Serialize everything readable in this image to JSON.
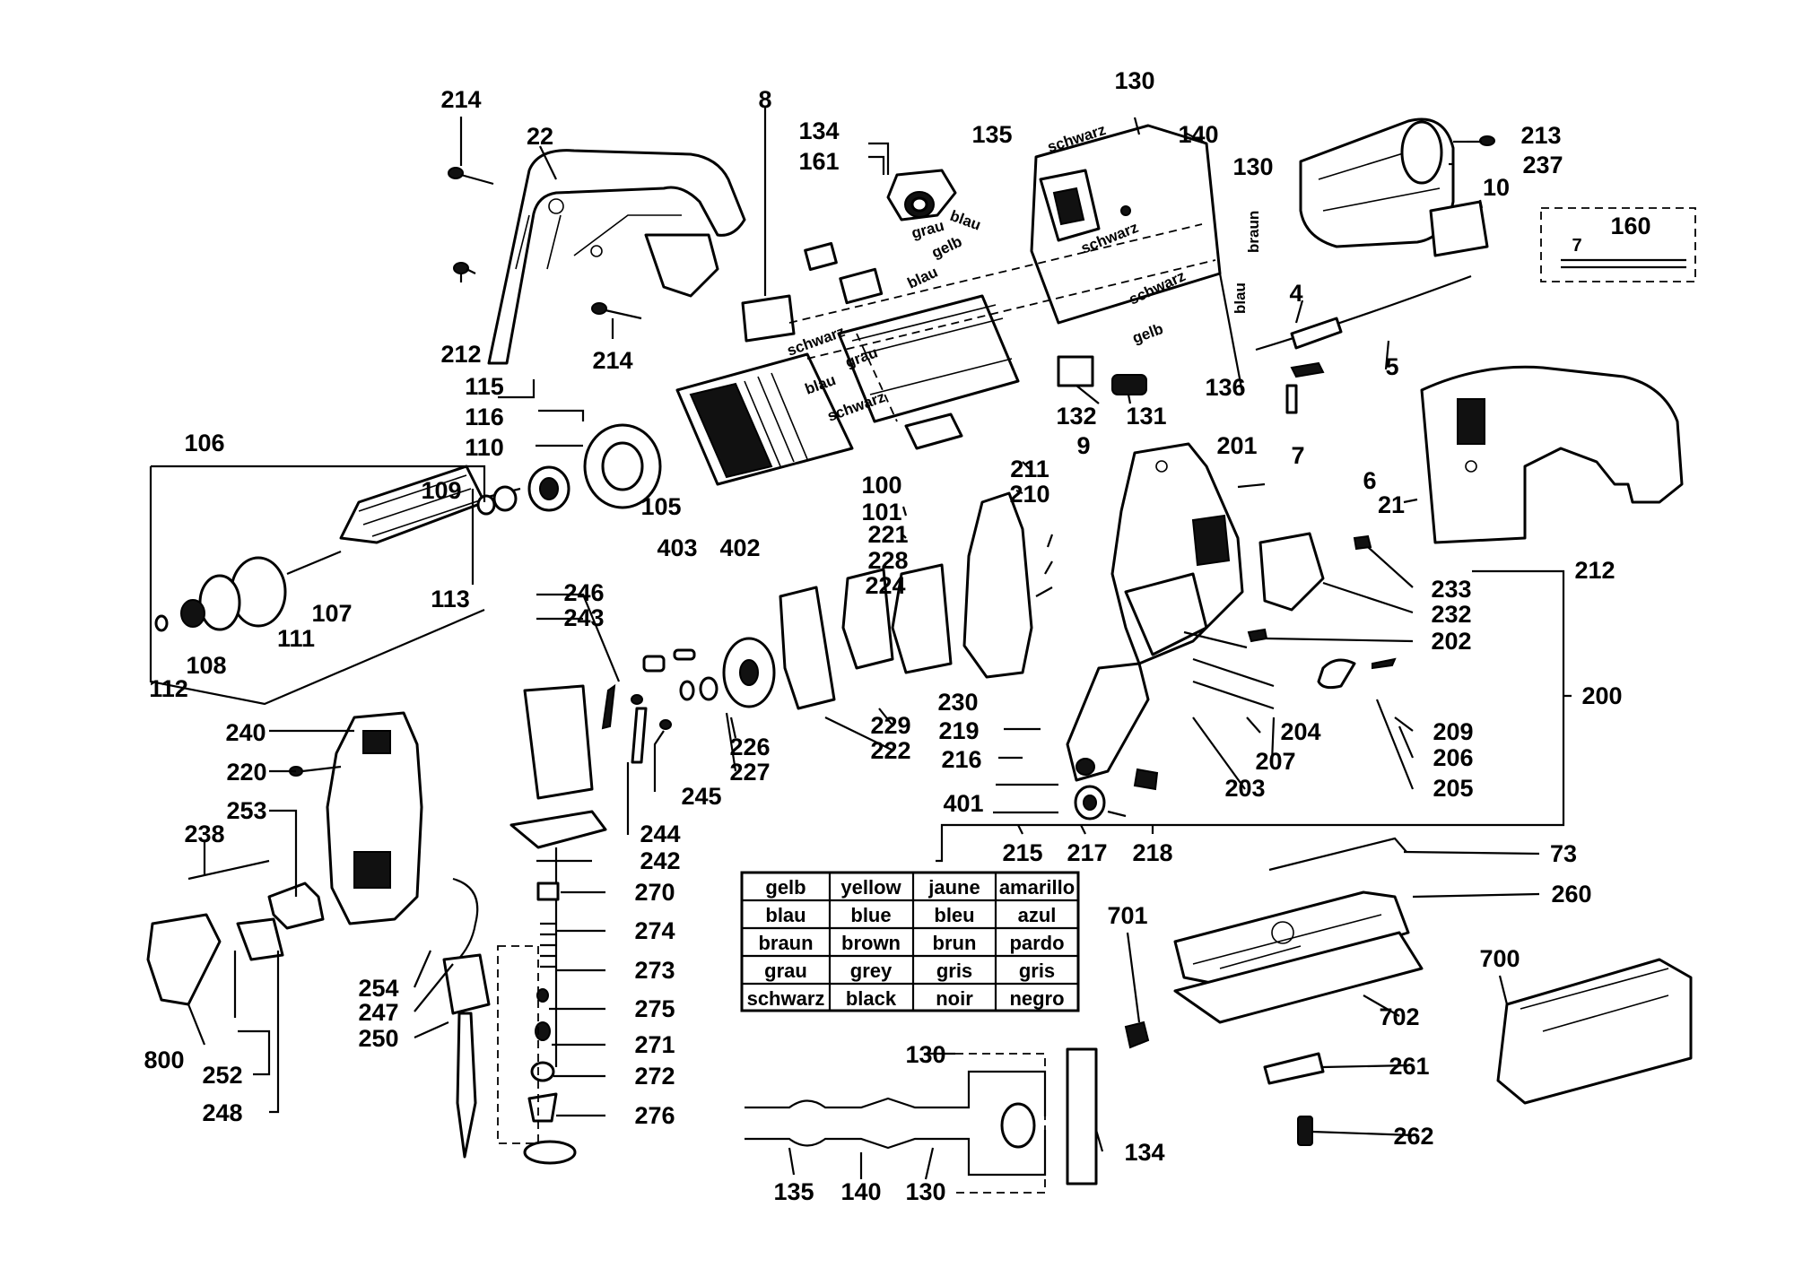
{
  "labels": {
    "l214a": "214",
    "l22": "22",
    "l212a": "212",
    "l214b": "214",
    "l8": "8",
    "l134a": "134",
    "l161": "161",
    "l135a": "135",
    "l130a": "130",
    "l140a": "140",
    "l130b": "130",
    "l213": "213",
    "l237": "237",
    "l10": "10",
    "l160": "160",
    "l7a": "7",
    "l4": "4",
    "l5": "5",
    "l136": "136",
    "l132": "132",
    "l131": "131",
    "l115": "115",
    "l116": "116",
    "l110": "110",
    "l106": "106",
    "l109": "109",
    "l105": "105",
    "l100": "100",
    "l101": "101",
    "l113": "113",
    "l107": "107",
    "l111": "111",
    "l108": "108",
    "l112": "112",
    "l9": "9",
    "l201": "201",
    "l211": "211",
    "l210": "210",
    "l7b": "7",
    "l6": "6",
    "l21": "21",
    "l403": "403",
    "l402": "402",
    "l221": "221",
    "l228": "228",
    "l224": "224",
    "l233": "233",
    "l232": "232",
    "l202": "202",
    "l212b": "212",
    "l246": "246",
    "l243": "243",
    "l200": "200",
    "l230": "230",
    "l219": "219",
    "l216": "216",
    "l401": "401",
    "l215": "215",
    "l217": "217",
    "l218": "218",
    "l204": "204",
    "l207": "207",
    "l203": "203",
    "l209": "209",
    "l206": "206",
    "l205": "205",
    "l226": "226",
    "l227": "227",
    "l229": "229",
    "l222": "222",
    "l245": "245",
    "l244": "244",
    "l242": "242",
    "l240": "240",
    "l220": "220",
    "l253": "253",
    "l238": "238",
    "l254": "254",
    "l247": "247",
    "l250": "250",
    "l800": "800",
    "l252": "252",
    "l248": "248",
    "l270": "270",
    "l274": "274",
    "l273": "273",
    "l275": "275",
    "l271": "271",
    "l272": "272",
    "l276": "276",
    "l73": "73",
    "l260": "260",
    "l701": "701",
    "l700": "700",
    "l702": "702",
    "l261": "261",
    "l262": "262",
    "l130c": "130",
    "l134b": "134",
    "l135b": "135",
    "l140b": "140",
    "l130d": "130"
  },
  "wires": {
    "w_schwarz1": "schwarz",
    "w_blau1": "blau",
    "w_grau1": "grau",
    "w_gelb1": "gelb",
    "w_blau2": "blau",
    "w_schwarz2": "schwarz",
    "w_schwarz3": "schwarz",
    "w_gelb2": "gelb",
    "w_schwarz4": "schwarz",
    "w_grau2": "grau",
    "w_blau3": "blau",
    "w_schwarz5": "schwarz",
    "w_braun": "braun",
    "w_blau4": "blau"
  },
  "color_table": [
    [
      "gelb",
      "yellow",
      "jaune",
      "amarillo"
    ],
    [
      "blau",
      "blue",
      "bleu",
      "azul"
    ],
    [
      "braun",
      "brown",
      "brun",
      "pardo"
    ],
    [
      "grau",
      "grey",
      "gris",
      "gris"
    ],
    [
      "schwarz",
      "black",
      "noir",
      "negro"
    ]
  ]
}
